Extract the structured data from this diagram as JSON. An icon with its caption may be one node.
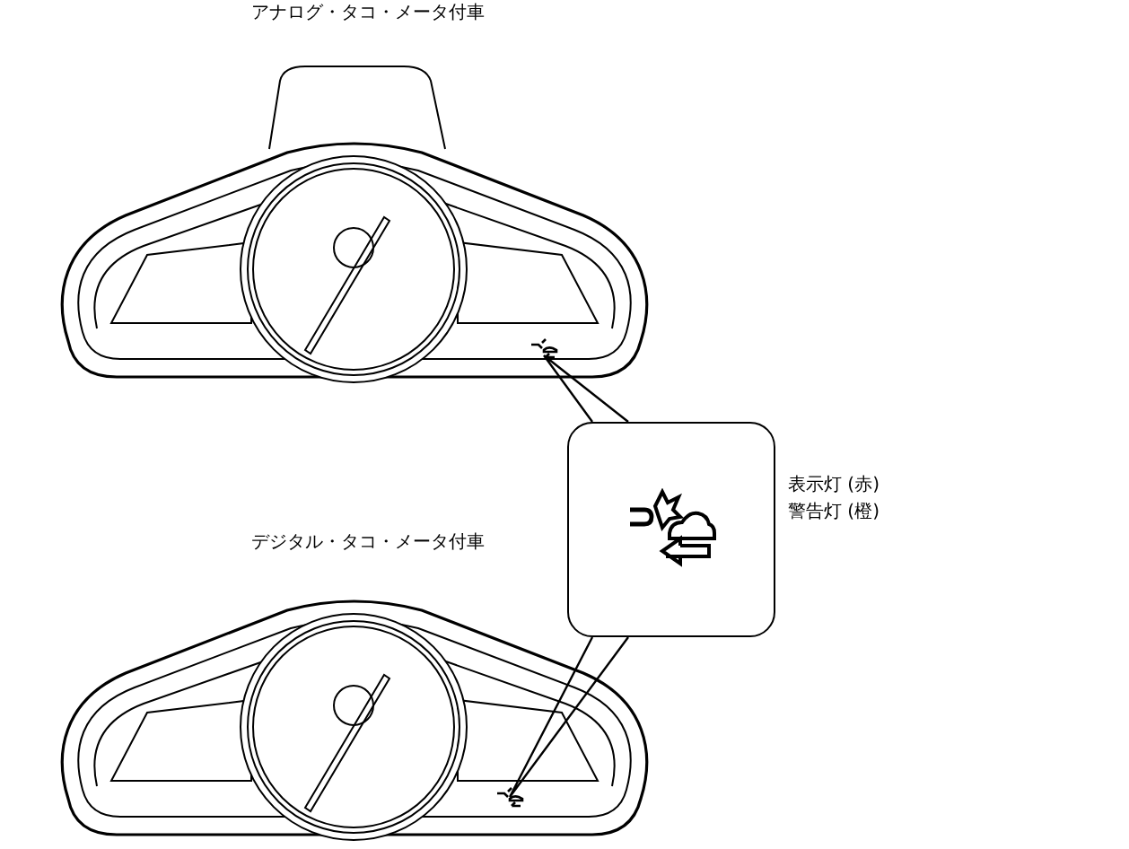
{
  "diagram": {
    "nodes": [
      {
        "text": [
          "アナログ・タコ・メータ付車"
        ]
      },
      {
        "text": [],
        "shape": "picture",
        "in": 0
      },
      {
        "text": [],
        "shape": "box",
        "beside": [
          "表示灯 (赤)",
          "警告灯 (橙)"
        ]
      },
      {
        "text": [
          "デジタル・タコ・メータ付車"
        ]
      },
      {
        "text": [],
        "shape": "picture",
        "in": 3
      }
    ],
    "edges": [
      {
        "from": 2,
        "to": 1,
        "arrow": "none"
      },
      {
        "from": 2,
        "to": 4,
        "arrow": "none"
      }
    ]
  }
}
